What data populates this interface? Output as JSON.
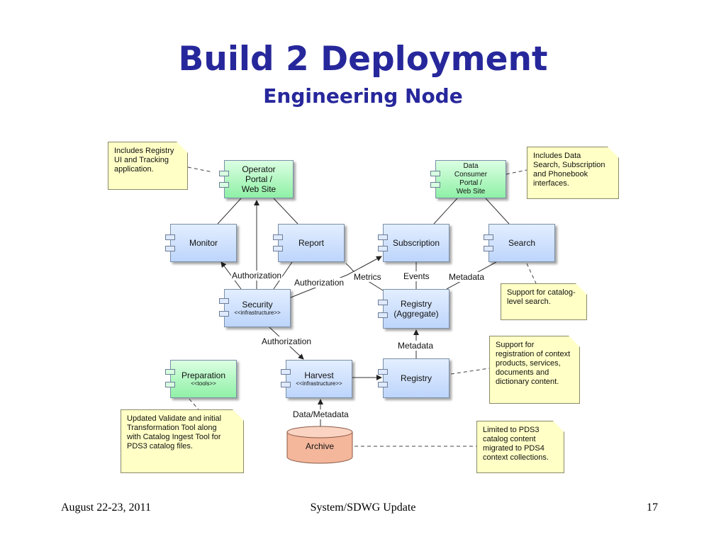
{
  "slide": {
    "title": "Build 2 Deployment",
    "subtitle": "Engineering Node",
    "footer_left": "August 22-23, 2011",
    "footer_center": "System/SDWG Update",
    "page_number": "17"
  },
  "components": {
    "operator_portal": [
      "Operator",
      "Portal /",
      "Web Site"
    ],
    "data_consumer_portal": [
      "Data",
      "Consumer",
      "Portal /",
      "Web Site"
    ],
    "monitor": "Monitor",
    "report": "Report",
    "subscription": "Subscription",
    "search": "Search",
    "security": "Security",
    "security_stereotype": "<<infrastructure>>",
    "registry_aggregate": [
      "Registry",
      "(Aggregate)"
    ],
    "preparation": "Preparation",
    "preparation_stereotype": "<<tools>>",
    "harvest": "Harvest",
    "harvest_stereotype": "<<infrastructure>>",
    "registry": "Registry",
    "archive": "Archive"
  },
  "notes": {
    "operator": [
      "Includes Registry",
      "UI and Tracking",
      "application."
    ],
    "consumer": [
      "Includes Data",
      "Search, Subscription",
      "and Phonebook",
      "interfaces."
    ],
    "search": [
      "Support for catalog-",
      "level search."
    ],
    "registry": [
      "Support for",
      "registration of context",
      "products, services,",
      "documents and",
      "dictionary content."
    ],
    "preparation": [
      "Updated Validate and initial",
      "Transformation Tool along",
      "with Catalog Ingest Tool for",
      "PDS3 catalog files."
    ],
    "archive": [
      "Limited to PDS3",
      "catalog content",
      "migrated to PDS4",
      "context collections."
    ]
  },
  "edge_labels": {
    "authorization_left": "Authorization",
    "authorization_right": "Authorization",
    "authorization_harvest": "Authorization",
    "metrics": "Metrics",
    "events": "Events",
    "metadata_search": "Metadata",
    "metadata_registry": "Metadata",
    "data_metadata": "Data/Metadata"
  },
  "colors": {
    "title": "#27279c",
    "component_blue": "#bdd5fb",
    "component_green": "#8ff0a6",
    "note_yellow": "#ffffc6",
    "archive_fill": "#f4b79c"
  }
}
